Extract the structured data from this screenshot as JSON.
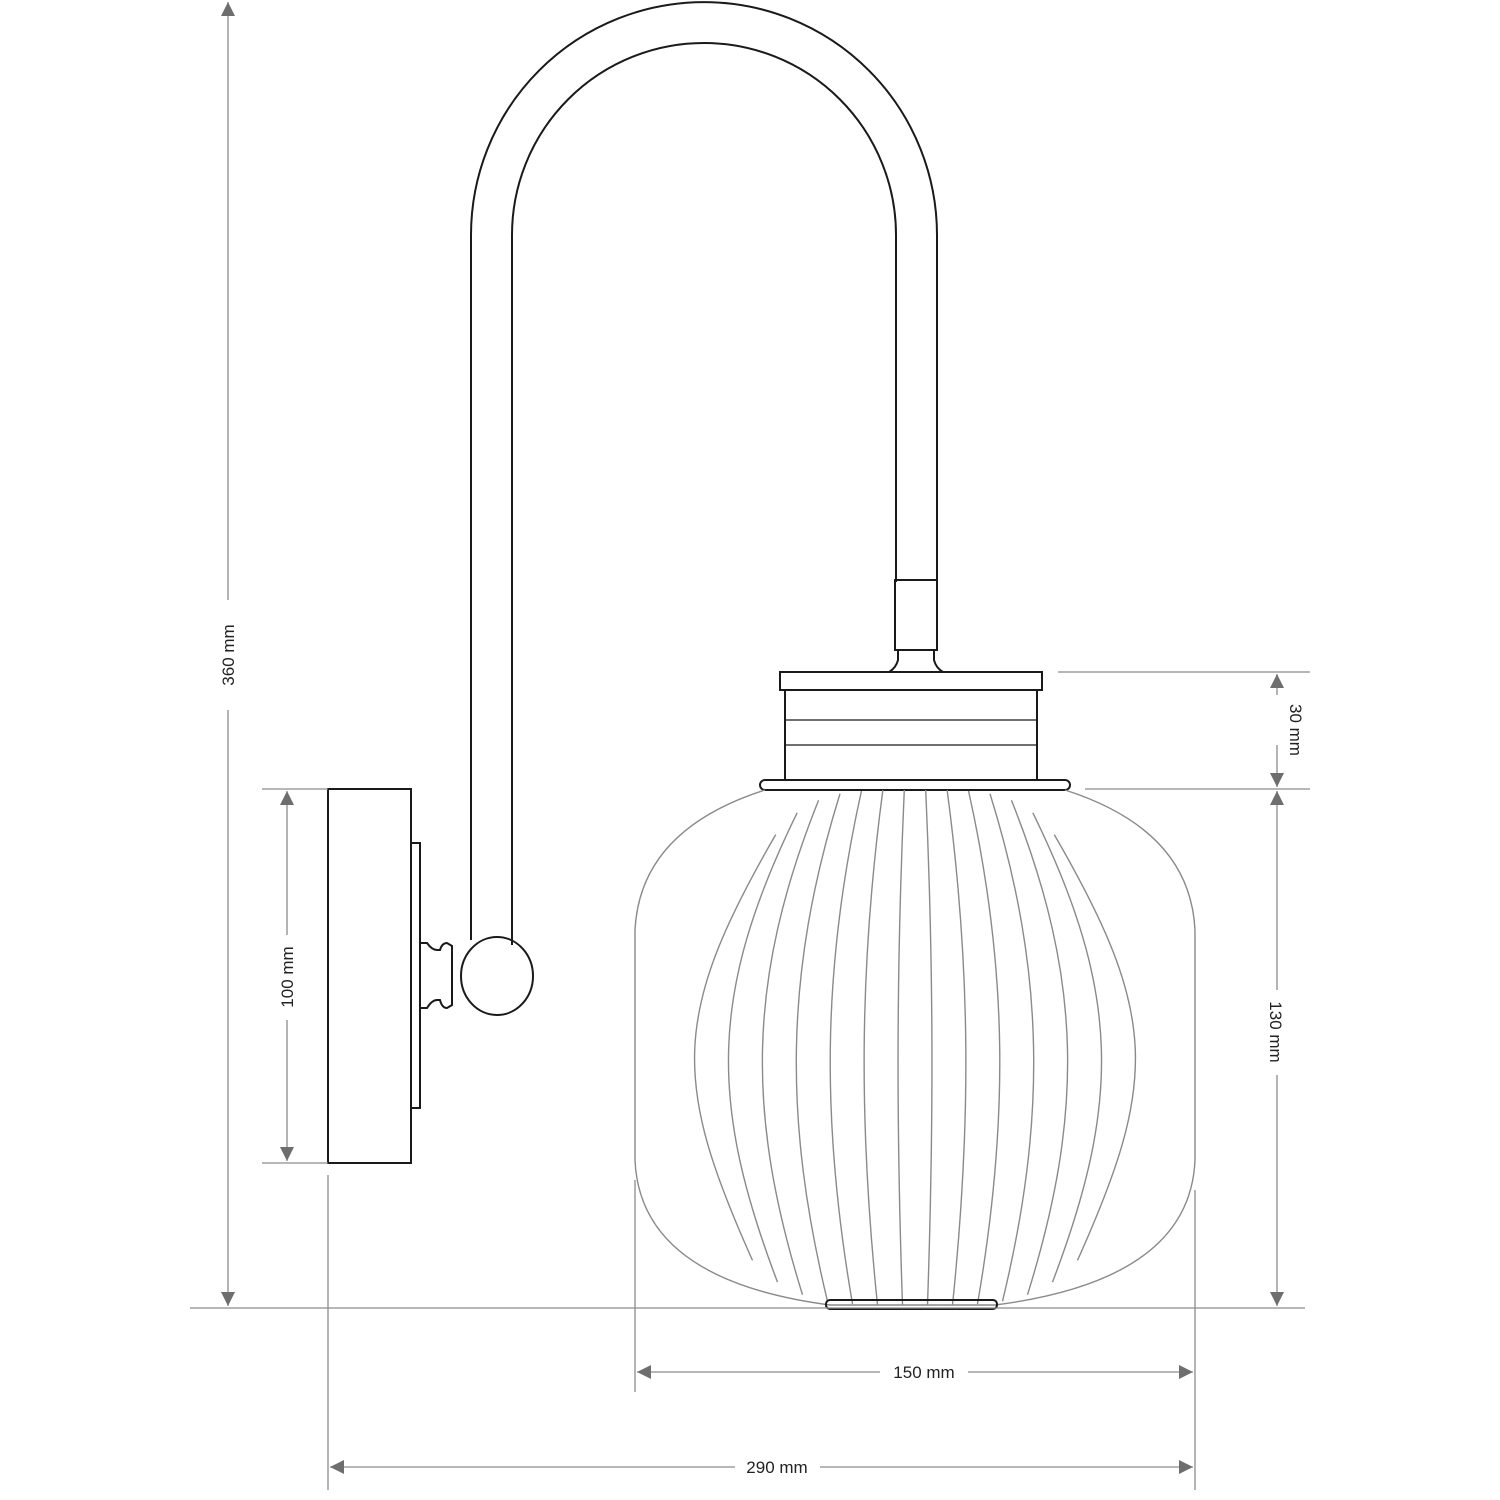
{
  "dimensions": {
    "total_height": "360 mm",
    "wall_plate_height": "100 mm",
    "holder_height": "30 mm",
    "shade_height": "130 mm",
    "shade_width": "150 mm",
    "total_depth": "290 mm"
  }
}
